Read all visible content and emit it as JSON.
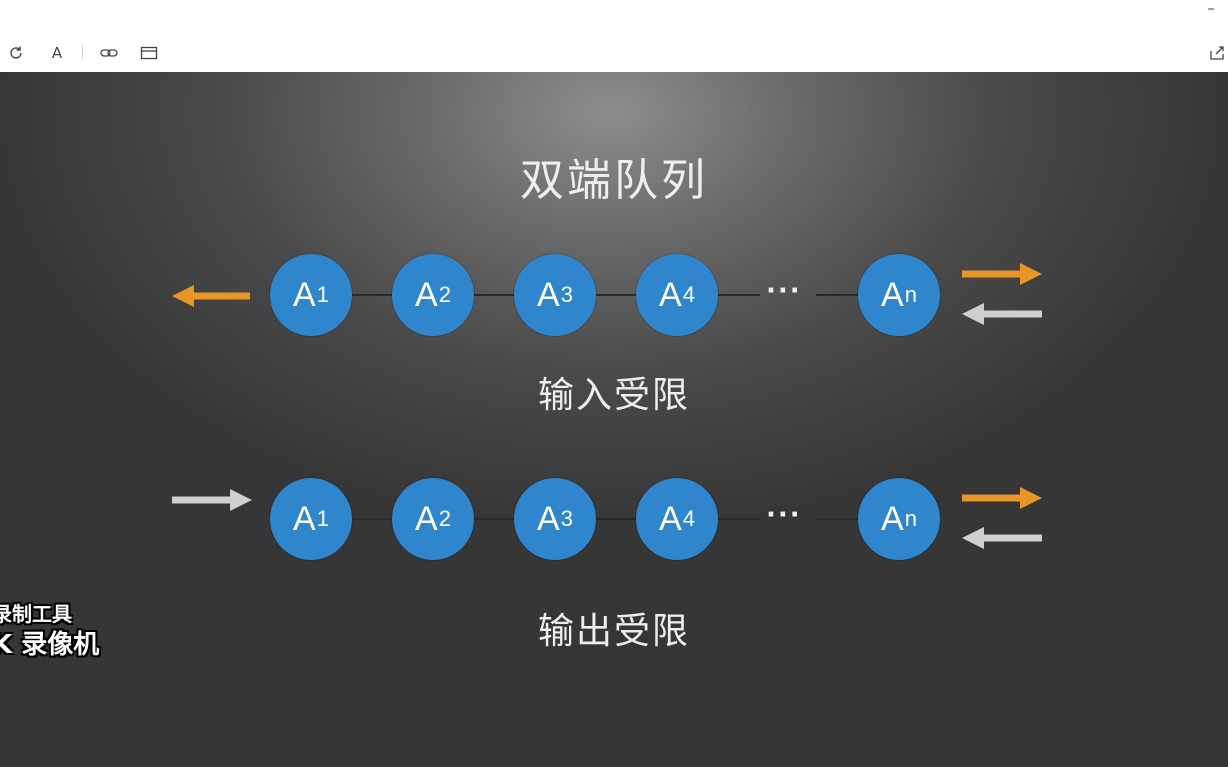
{
  "toolbar": {
    "icons": [
      "refresh-icon",
      "text-icon",
      "link-icon",
      "card-icon",
      "share-icon"
    ],
    "text_icon_glyph": "A",
    "minimize_glyph": "–"
  },
  "slide": {
    "title": "双端队列",
    "rows": [
      {
        "caption": "输入受限",
        "nodes": [
          {
            "letter": "A",
            "sub": "1"
          },
          {
            "letter": "A",
            "sub": "2"
          },
          {
            "letter": "A",
            "sub": "3"
          },
          {
            "letter": "A",
            "sub": "4"
          },
          {
            "letter": "A",
            "sub": "n"
          }
        ],
        "ellipsis": "···",
        "arrows": {
          "left_out": "orange",
          "right_out": "orange",
          "right_in": "gray"
        }
      },
      {
        "caption": "输出受限",
        "nodes": [
          {
            "letter": "A",
            "sub": "1"
          },
          {
            "letter": "A",
            "sub": "2"
          },
          {
            "letter": "A",
            "sub": "3"
          },
          {
            "letter": "A",
            "sub": "4"
          },
          {
            "letter": "A",
            "sub": "n"
          }
        ],
        "ellipsis": "···",
        "arrows": {
          "left_in": "gray",
          "right_out": "orange",
          "right_in": "gray"
        }
      }
    ],
    "colors": {
      "node": "#2f86cc",
      "orange_arrow": "#e8962a",
      "gray_arrow": "#cfcfcf"
    }
  },
  "watermark": {
    "line1": "录制工具",
    "line2": "K 录像机"
  }
}
